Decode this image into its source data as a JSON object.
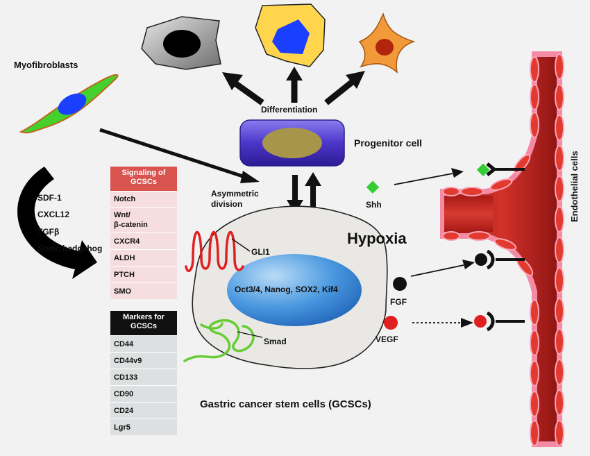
{
  "labels": {
    "myofibroblasts": "Myofibroblasts",
    "differentiation": "Differentiation",
    "progenitor": "Progenitor cell",
    "asymmetric": "Asymmetric\ndivision",
    "hypoxia": "Hypoxia",
    "gli1": "GLI1",
    "transcription": "Oct3/4, Nanog, SOX2, Kif4",
    "smad": "Smad",
    "shh": "Shh",
    "fgf": "FGF",
    "vegf": "VEGF",
    "endothelial": "Endothelial cells",
    "gcsc_title": "Gastric cancer stem cells (GCSCs)"
  },
  "factors": [
    "SDF-1",
    "CXCL12",
    "TGFβ",
    "Sonic hedgehog"
  ],
  "signaling": {
    "header": "Signaling of\nGCSCs",
    "items": [
      "Notch",
      "Wnt/\nβ-catenin",
      "CXCR4",
      "ALDH",
      "PTCH",
      "SMO"
    ]
  },
  "markers": {
    "header": "Markers for\nGCSCs",
    "items": [
      "CD44",
      "CD44v9",
      "CD133",
      "CD90",
      "CD24",
      "Lgr5"
    ]
  },
  "colors": {
    "signaling_header": "#d9534f",
    "signaling_row": "#f6dde0",
    "markers_header": "#111111",
    "markers_row": "#dde0e0",
    "vessel": "#c0201e",
    "vessel_edge": "#f48aa3",
    "shh": "#33cc33",
    "fgf": "#111111",
    "vegf": "#e02020"
  }
}
